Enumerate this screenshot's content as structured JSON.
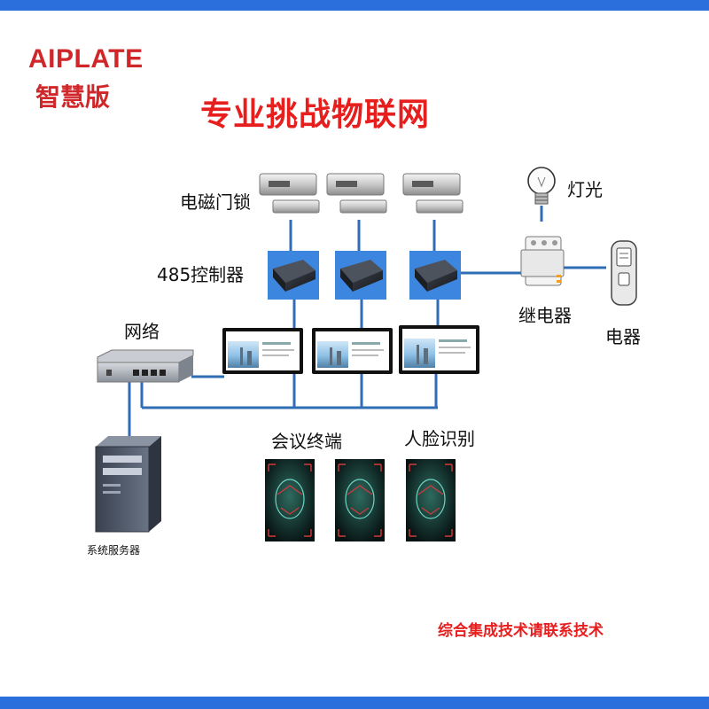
{
  "brand": {
    "name_en": "AIPLATE",
    "name_cn": "智慧版"
  },
  "title": "专业挑战物联网",
  "labels": {
    "door_lock": "电磁门锁",
    "controller": "485控制器",
    "light": "灯光",
    "relay": "继电器",
    "appliance": "电器",
    "network": "网络",
    "meeting_terminal": "会议终端",
    "face_recognition": "人脸识别",
    "server": "系统服务器"
  },
  "footer_note": "综合集成技术请联系技术",
  "colors": {
    "accent_bar": "#2a6fdb",
    "brand_red": "#d0282a",
    "title_red": "#e61e1e",
    "connector": "#2f6db5"
  }
}
